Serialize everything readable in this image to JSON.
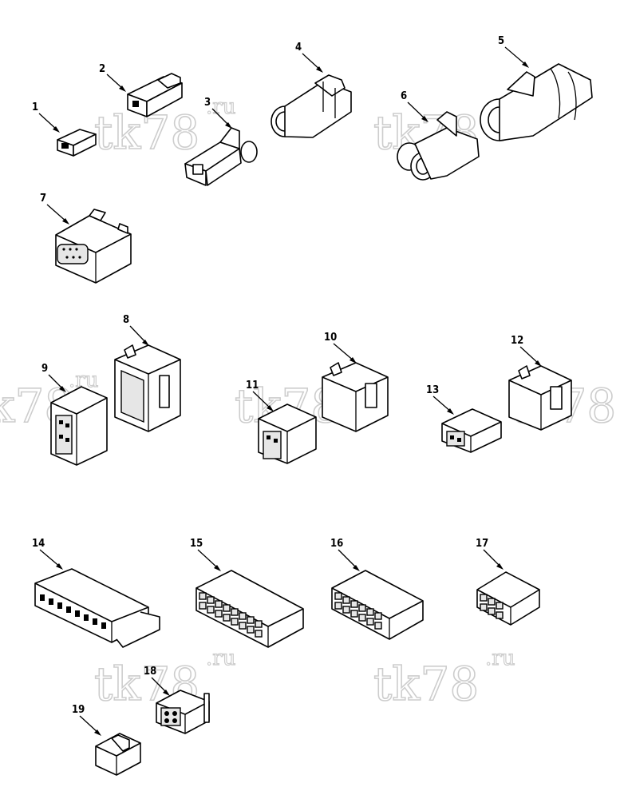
{
  "watermark": {
    "main": "tk78",
    "suffix": ".ru"
  },
  "parts": [
    {
      "id": "1"
    },
    {
      "id": "2"
    },
    {
      "id": "3"
    },
    {
      "id": "4"
    },
    {
      "id": "5"
    },
    {
      "id": "6"
    },
    {
      "id": "7"
    },
    {
      "id": "8"
    },
    {
      "id": "9"
    },
    {
      "id": "10"
    },
    {
      "id": "11"
    },
    {
      "id": "12"
    },
    {
      "id": "13"
    },
    {
      "id": "14"
    },
    {
      "id": "15"
    },
    {
      "id": "16"
    },
    {
      "id": "17"
    },
    {
      "id": "18"
    },
    {
      "id": "19"
    }
  ]
}
